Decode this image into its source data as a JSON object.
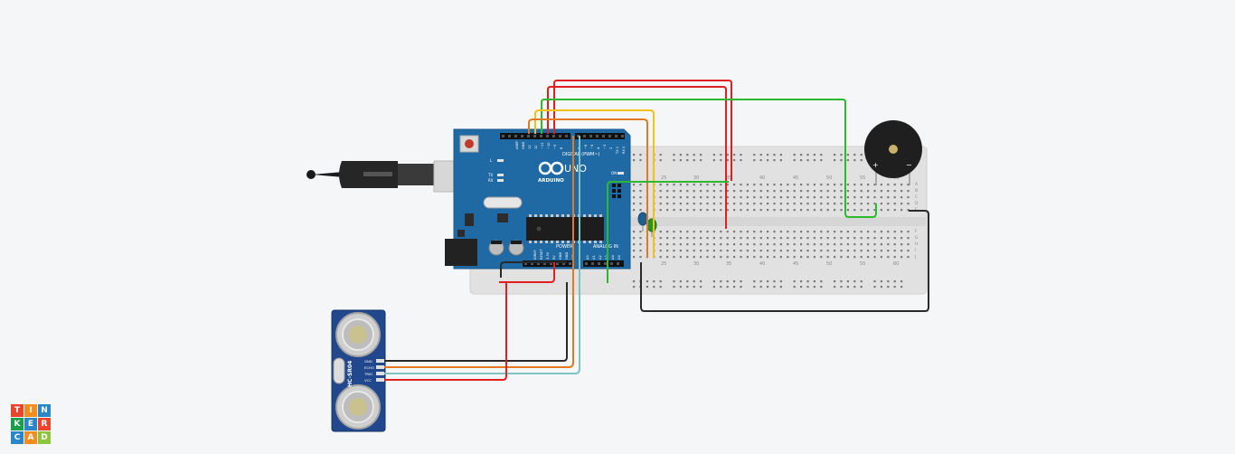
{
  "arduino": {
    "brand": "ARDUINO",
    "model": "UNO",
    "digital_header": "DIGITAL (PWM~)",
    "power_label": "POWER",
    "analog_label": "ANALOG IN",
    "led_l": "L",
    "led_tx": "TX",
    "led_rx": "RX",
    "on_label": "ON",
    "pin_aref": "AREF",
    "pin_gnd": "GND",
    "pin_13": "13",
    "pin_12": "12",
    "pin_11": "~11",
    "pin_10": "~10",
    "pin_9": "~9",
    "pin_8": "8",
    "pin_7": "7",
    "pin_6": "~6",
    "pin_5": "~5",
    "pin_4": "4",
    "pin_3": "~3",
    "pin_2": "2",
    "pin_1": "TX 1",
    "pin_0": "RX 0",
    "power_pins": [
      "IOREF",
      "RESET",
      "3.3V",
      "5V",
      "GND",
      "GND",
      "VIN"
    ],
    "analog_pins": [
      "A0",
      "A1",
      "A2",
      "A3",
      "A4",
      "A5"
    ]
  },
  "sensor": {
    "model": "HC-SR04",
    "pins": [
      "GND",
      "ECHO",
      "TRIG",
      "VCC"
    ]
  },
  "buzzer": {
    "plus": "+",
    "minus": "−"
  },
  "breadboard": {
    "column_labels": [
      "25",
      "30",
      "35",
      "40",
      "45",
      "50",
      "55",
      "60"
    ],
    "row_labels_top": [
      "A",
      "B",
      "C",
      "D",
      "E"
    ],
    "row_labels_bottom": [
      "F",
      "G",
      "H",
      "I",
      "J"
    ]
  },
  "logo": {
    "letters": [
      "T",
      "I",
      "N",
      "K",
      "E",
      "R",
      "C",
      "A",
      "D"
    ]
  },
  "colors": {
    "red": "#e02020",
    "black": "#2a2a2a",
    "green": "#2db82d",
    "yellow": "#f2c118",
    "orange": "#e07b24",
    "teal": "#7fc4c4",
    "board_blue": "#1f6aa5",
    "sensor_blue": "#21478c"
  }
}
